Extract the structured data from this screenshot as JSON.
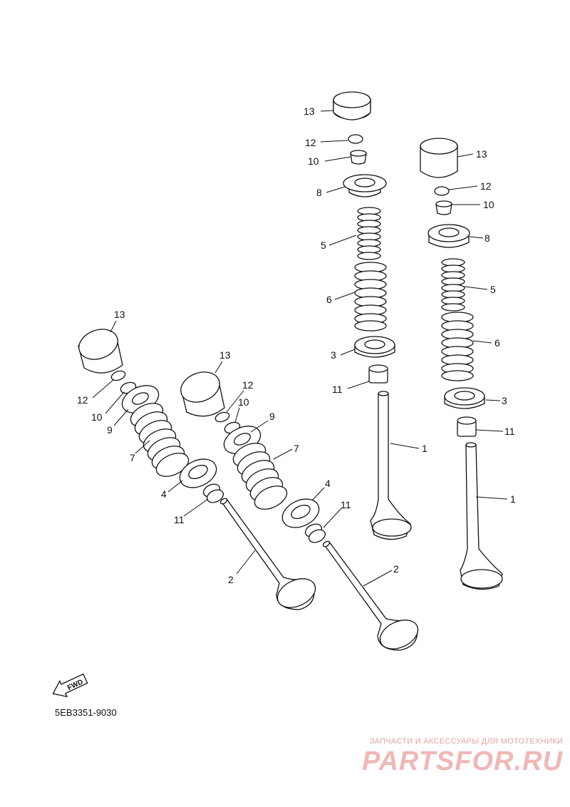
{
  "diagram": {
    "drawing_code": "5EB3351-9030",
    "fwd_label": "FWD",
    "callouts": [
      "13",
      "12",
      "10",
      "8",
      "5",
      "6",
      "3",
      "11",
      "1",
      "13",
      "12",
      "10",
      "8",
      "5",
      "6",
      "3",
      "11",
      "1",
      "13",
      "12",
      "10",
      "9",
      "7",
      "4",
      "11",
      "2",
      "13",
      "12",
      "10",
      "9",
      "7",
      "4",
      "11",
      "2"
    ]
  },
  "watermark": {
    "tagline": "ЗАПЧАСТИ И АКСЕССУАРЫ ДЛЯ МОТОТЕХНИКИ",
    "logo": "PARTSFOR.RU"
  }
}
